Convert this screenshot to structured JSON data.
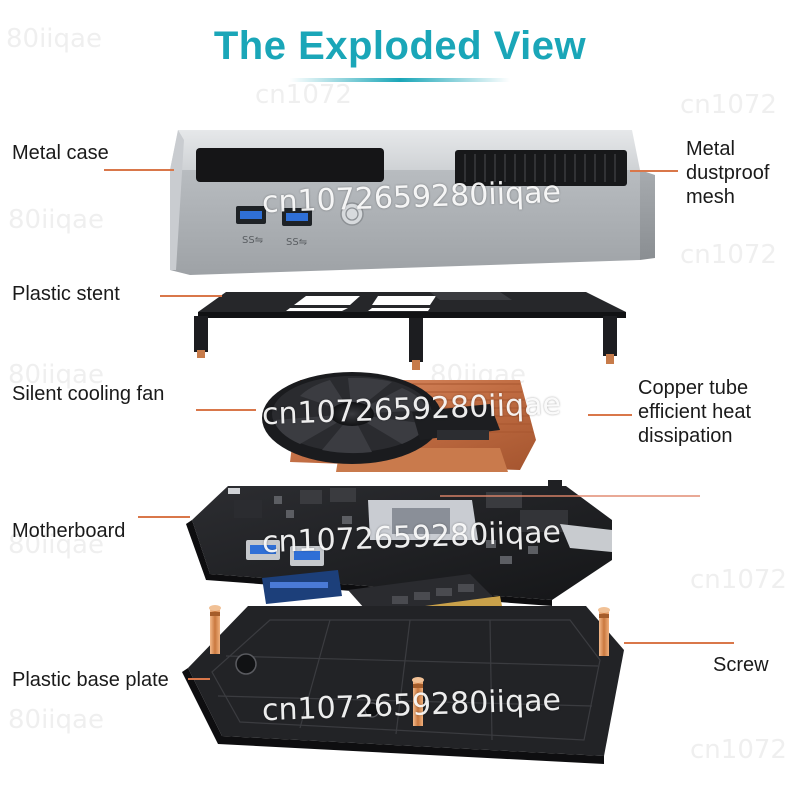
{
  "title": "The Exploded View",
  "labels": {
    "metal_case": "Metal case",
    "metal_dustproof_mesh_line1": "Metal",
    "metal_dustproof_mesh_line2": "dustproof",
    "metal_dustproof_mesh_line3": "mesh",
    "plastic_stent": "Plastic stent",
    "silent_cooling_fan": "Silent cooling fan",
    "copper_tube_line1": "Copper tube",
    "copper_tube_line2": "efficient heat",
    "copper_tube_line3": "dissipation",
    "motherboard": "Motherboard",
    "plastic_base_plate": "Plastic base plate",
    "screw": "Screw"
  },
  "watermarks": {
    "a": "cn1072",
    "b": "80iiqae",
    "c": "cn1072659280iiqae"
  },
  "colors": {
    "title": "#1aa6b8",
    "leader": "#d9774a",
    "case_silver": "#bfc3c7",
    "dark_plastic": "#1c1c1e",
    "copper": "#c8754a",
    "usb_blue": "#2f6fd6"
  },
  "icons": {
    "usb_port": "usb-port-icon",
    "power_button": "power-button-icon"
  }
}
